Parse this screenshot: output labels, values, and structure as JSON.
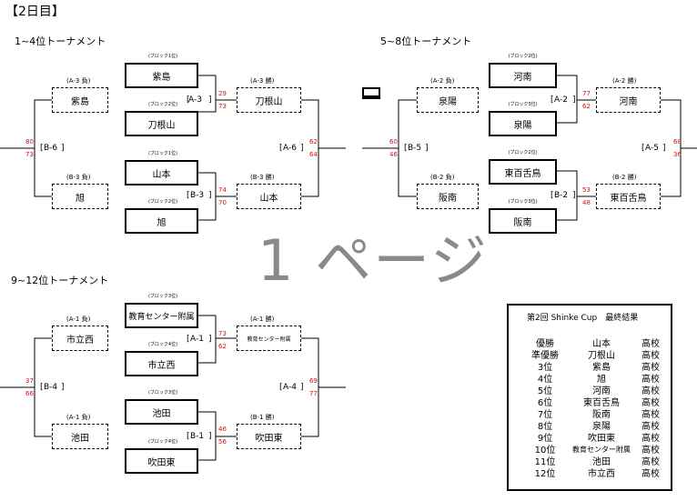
{
  "page_title": "【2日目】",
  "watermark": "1 ページ",
  "seed_label": "(ブロック1位)",
  "bracket1": {
    "title": "1~4位トーナメント",
    "match_left_top": {
      "code": "A-3",
      "team1": "紫島",
      "team2": "刀根山",
      "seed1": "(ブロック1位)",
      "seed2": "(ブロック2位)",
      "score1": "29",
      "score2": "73"
    },
    "match_left_bottom": {
      "code": "B-3",
      "team1": "山本",
      "team2": "旭",
      "seed1": "(ブロック1位)",
      "seed2": "(ブロック2位)",
      "score1": "74",
      "score2": "70"
    },
    "semi_top": {
      "label": "(A-3 負)",
      "team": "紫島"
    },
    "semi_bottom": {
      "label": "(B-3 負)",
      "team": "旭"
    },
    "final_left": {
      "code": "B-6",
      "score1": "80",
      "score2": "73"
    },
    "win_top": {
      "label": "(A-3 勝)",
      "team": "刀根山"
    },
    "win_bottom": {
      "label": "(B-3 勝)",
      "team": "山本"
    },
    "final_right": {
      "code": "A-6",
      "score1": "62",
      "score2": "64"
    }
  },
  "bracket2": {
    "title": "5~8位トーナメント",
    "match_left_top": {
      "code": "A-2",
      "team1": "河南",
      "team2": "泉陽",
      "seed1": "(ブロック2位)",
      "seed2": "(ブロック3位)",
      "score1": "77",
      "score2": "62"
    },
    "match_left_bottom": {
      "code": "B-2",
      "team1": "東百舌鳥",
      "team2": "阪南",
      "seed1": "(ブロック2位)",
      "seed2": "(ブロック3位)",
      "score1": "53",
      "score2": "48"
    },
    "semi_top": {
      "label": "(A-2 負)",
      "team": "泉陽"
    },
    "semi_bottom": {
      "label": "(B-2 負)",
      "team": "阪南"
    },
    "final_left": {
      "code": "B-5",
      "score1": "60",
      "score2": "46"
    },
    "win_top": {
      "label": "(A-2 勝)",
      "team": "河南"
    },
    "win_bottom": {
      "label": "(B-2 勝)",
      "team": "東百舌鳥"
    },
    "final_right": {
      "code": "A-5",
      "score1": "68",
      "score2": "36"
    }
  },
  "bracket3": {
    "title": "9~12位トーナメント",
    "match_left_top": {
      "code": "A-1",
      "team1": "教育センター附属",
      "team2": "市立西",
      "seed1": "(ブロック3位)",
      "seed2": "(ブロック4位)",
      "score1": "73",
      "score2": "62"
    },
    "match_left_bottom": {
      "code": "B-1",
      "team1": "池田",
      "team2": "吹田東",
      "seed1": "(ブロック3位)",
      "seed2": "(ブロック4位)",
      "score1": "46",
      "score2": "56"
    },
    "semi_top": {
      "label": "(A-1 負)",
      "team": "市立西"
    },
    "semi_bottom": {
      "label": "(A-1 負)",
      "team": "池田"
    },
    "final_left": {
      "code": "B-4",
      "score1": "37",
      "score2": "66"
    },
    "win_top": {
      "label": "(A-1 勝)",
      "team": "教育センター附属"
    },
    "win_bottom": {
      "label": "(B-1 勝)",
      "team": "吹田東"
    },
    "final_right": {
      "code": "A-4",
      "score1": "69",
      "score2": "77"
    }
  },
  "results": {
    "title": "第2回 Shinke Cup　最終結果",
    "suffix": "高校",
    "rows": [
      {
        "rank": "優勝",
        "team": "山本"
      },
      {
        "rank": "準優勝",
        "team": "刀根山"
      },
      {
        "rank": "3位",
        "team": "紫島"
      },
      {
        "rank": "4位",
        "team": "旭"
      },
      {
        "rank": "5位",
        "team": "河南"
      },
      {
        "rank": "6位",
        "team": "東百舌鳥"
      },
      {
        "rank": "7位",
        "team": "阪南"
      },
      {
        "rank": "8位",
        "team": "泉陽"
      },
      {
        "rank": "9位",
        "team": "吹田東"
      },
      {
        "rank": "10位",
        "team": "教育センター附属"
      },
      {
        "rank": "11位",
        "team": "池田"
      },
      {
        "rank": "12位",
        "team": "市立西"
      }
    ]
  }
}
